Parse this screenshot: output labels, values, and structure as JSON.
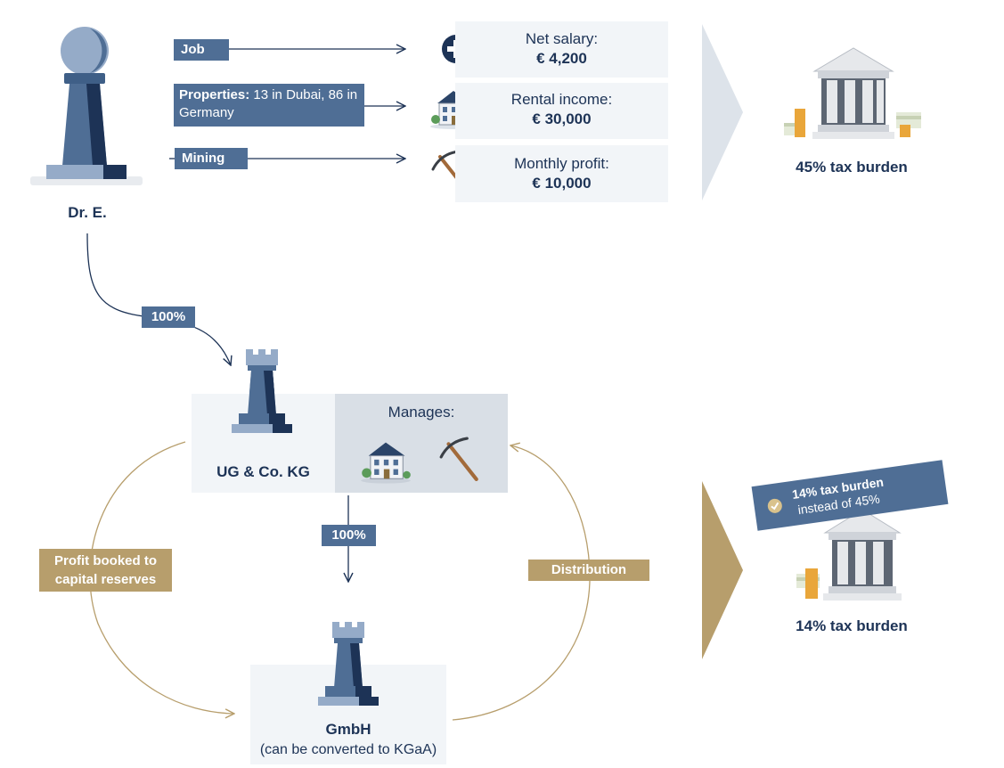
{
  "owner": {
    "name": "Dr. E."
  },
  "income": [
    {
      "source": "Job",
      "label": "Net salary:",
      "value": "€ 4,200",
      "icon": "plus-circle-icon"
    },
    {
      "source_bold": "Properties:",
      "source_rest": " 13 in Dubai, 86 in Germany",
      "label": "Rental income:",
      "value": "€ 30,000",
      "icon": "house-icon"
    },
    {
      "source": "Mining",
      "label": "Monthly profit:",
      "value": "€ 10,000",
      "icon": "pickaxe-icon"
    }
  ],
  "top_tax": {
    "caption": "45% tax burden",
    "icon": "bank-icon"
  },
  "share_to_ug": "100%",
  "ug": {
    "name": "UG & Co. KG",
    "manages_label": "Manages:"
  },
  "share_to_gmbh": "100%",
  "gmbh": {
    "name": "GmbH",
    "note": "(can be converted to KGaA)"
  },
  "left_flow": "Profit booked to capital reserves",
  "right_flow": "Distribution",
  "bottom_tax": {
    "badge_main": "14% tax burden",
    "badge_sub": "instead of 45%",
    "caption": "14% tax burden",
    "icon": "bank-icon"
  },
  "colors": {
    "navy": "#1d3356",
    "steel": "#4f6e95",
    "gold": "#b79e6c",
    "light_panel": "#f2f5f8",
    "manage_panel": "#d9dfe6",
    "chevron_grey": "#dde3ea"
  }
}
